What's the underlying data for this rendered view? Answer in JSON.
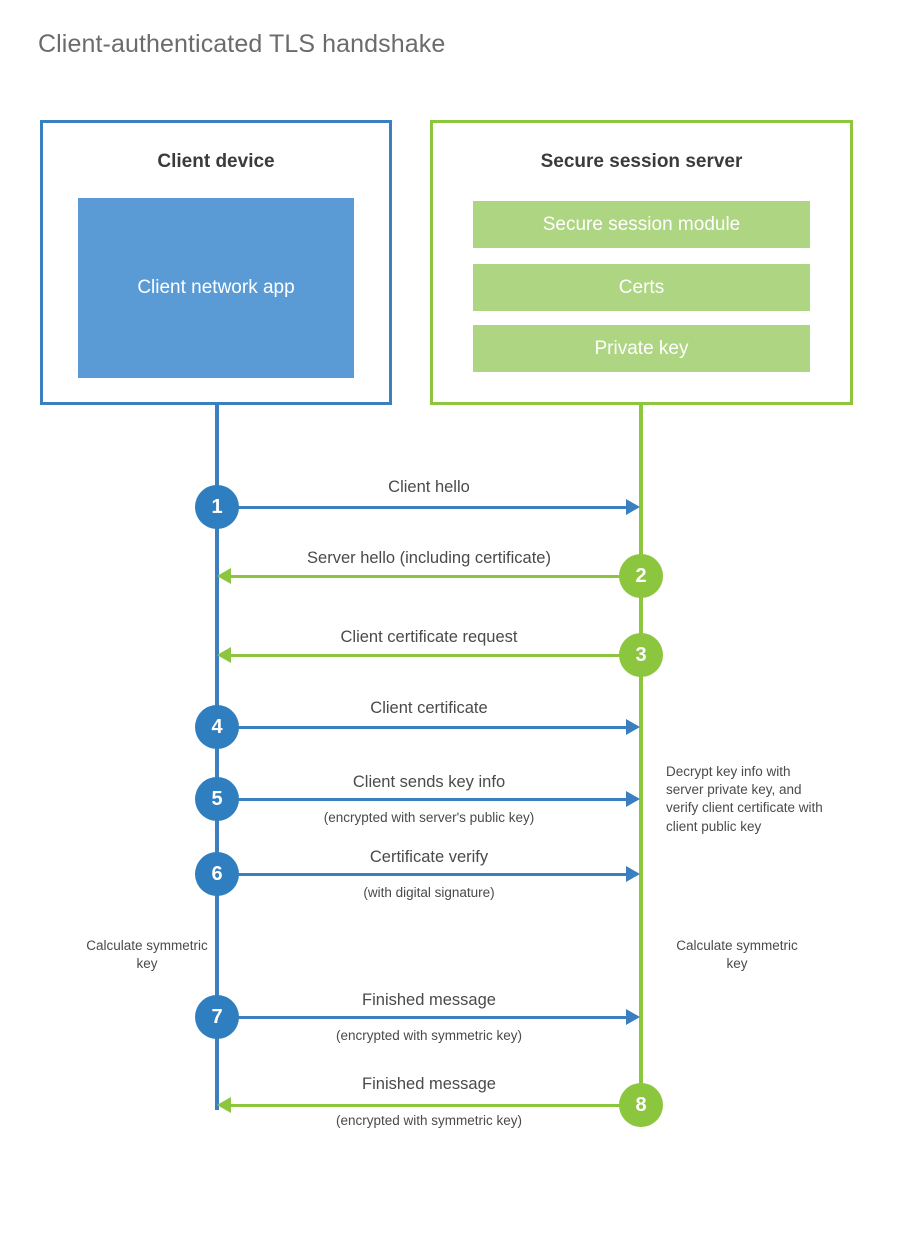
{
  "title": "Client-authenticated TLS handshake",
  "colors": {
    "client_blue": "#3a7fbf",
    "client_app_fill": "#5b9bd5",
    "server_green": "#8cc63f",
    "server_bar_fill": "#aed581",
    "step_blue": "#2f7ec0",
    "text": "#4a4a4a",
    "title_text": "#6b6b6b",
    "background": "#ffffff"
  },
  "participants": {
    "client": {
      "title": "Client device",
      "app_label": "Client network app"
    },
    "server": {
      "title": "Secure session server",
      "components": [
        "Secure session module",
        "Certs",
        "Private key"
      ]
    }
  },
  "messages": [
    {
      "step": "1",
      "label": "Client hello",
      "sublabel": "",
      "direction": "client-to-server",
      "color": "blue"
    },
    {
      "step": "2",
      "label": "Server hello (including certificate)",
      "sublabel": "",
      "direction": "server-to-client",
      "color": "green"
    },
    {
      "step": "3",
      "label": "Client certificate request",
      "sublabel": "",
      "direction": "server-to-client",
      "color": "green"
    },
    {
      "step": "4",
      "label": "Client certificate",
      "sublabel": "",
      "direction": "client-to-server",
      "color": "blue"
    },
    {
      "step": "5",
      "label": "Client sends key info",
      "sublabel": "(encrypted with server's public key)",
      "direction": "client-to-server",
      "color": "blue"
    },
    {
      "step": "6",
      "label": "Certificate verify",
      "sublabel": "(with digital signature)",
      "direction": "client-to-server",
      "color": "blue"
    },
    {
      "step": "7",
      "label": "Finished message",
      "sublabel": "(encrypted with symmetric key)",
      "direction": "client-to-server",
      "color": "blue"
    },
    {
      "step": "8",
      "label": "Finished message",
      "sublabel": "(encrypted with symmetric key)",
      "direction": "server-to-client",
      "color": "green"
    }
  ],
  "notes": {
    "server_decrypt": "Decrypt key info with server private key, and verify client certificate with client public key",
    "client_calculate": "Calculate symmetric key",
    "server_calculate": "Calculate symmetric key"
  }
}
